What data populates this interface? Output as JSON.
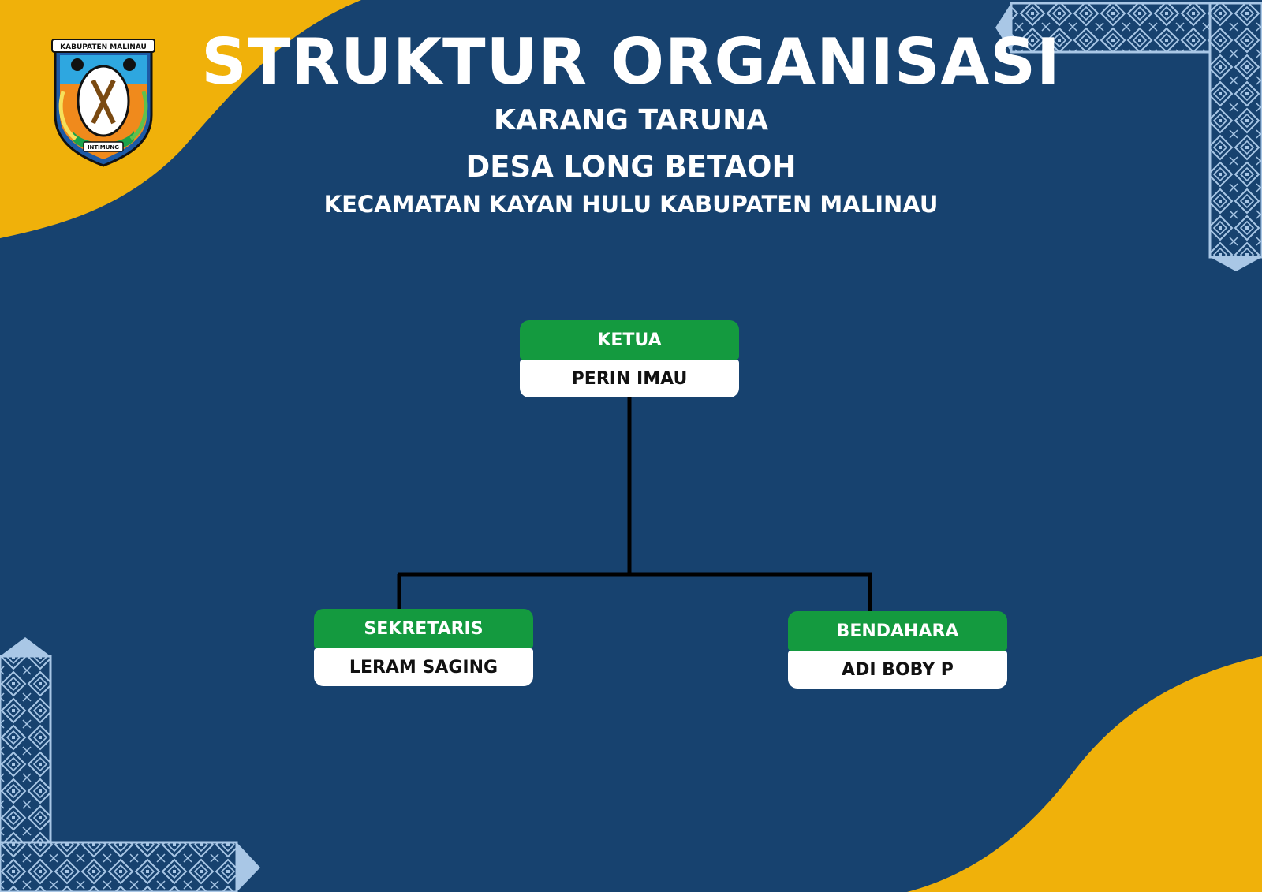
{
  "header": {
    "title": "STRUKTUR ORGANISASI",
    "subtitle_1": "KARANG TARUNA",
    "subtitle_2": "DESA LONG BETAOH",
    "subtitle_3": "KECAMATAN KAYAN HULU KABUPATEN MALINAU"
  },
  "logo": {
    "top_text": "KABUPATEN MALINAU",
    "motto": "INTIMUNG",
    "icon": "regency-crest-icon"
  },
  "org_chart": {
    "ketua": {
      "role": "KETUA",
      "name": "PERIN IMAU"
    },
    "sekretaris": {
      "role": "SEKRETARIS",
      "name": "LERAM SAGING"
    },
    "bendahara": {
      "role": "BENDAHARA",
      "name": "ADI BOBY P"
    }
  },
  "colors": {
    "background": "#17426f",
    "accent_yellow": "#f0b10a",
    "role_green": "#149a3f",
    "name_white": "#ffffff",
    "connector": "#000000",
    "ornament": "#a9c7e6"
  },
  "icons": {
    "ornament_top_right": "dayak-pattern-corner-icon",
    "ornament_bottom_left": "dayak-pattern-corner-icon"
  }
}
